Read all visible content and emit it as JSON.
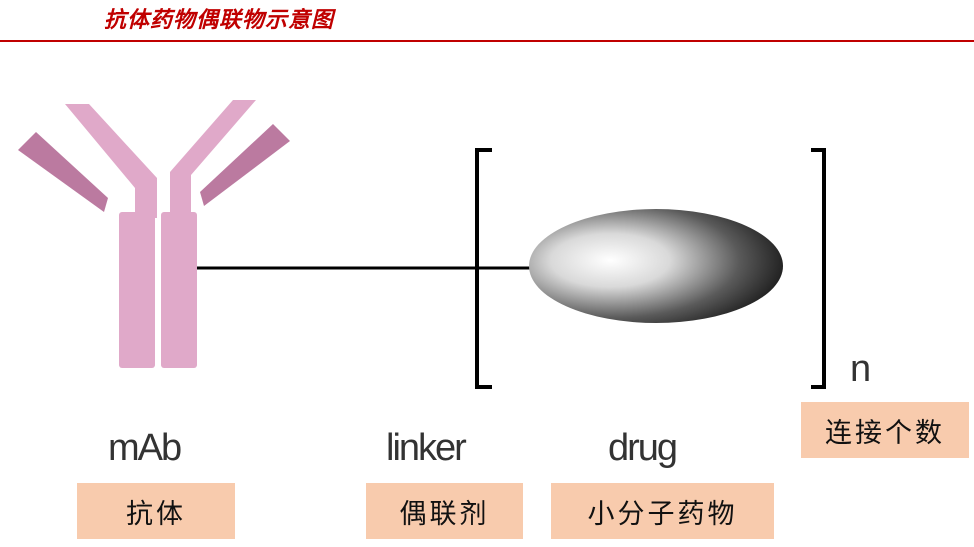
{
  "header": {
    "title": "抗体药物偶联物示意图"
  },
  "components": {
    "antibody": {
      "label": "mAb",
      "caption": "抗体"
    },
    "linker": {
      "label": "linker",
      "caption": "偶联剂"
    },
    "drug": {
      "label": "drug",
      "caption": "小分子药物"
    },
    "count": {
      "label": "n",
      "caption": "连接个数"
    }
  },
  "colors": {
    "accent_red": "#c00000",
    "caption_bg": "#f8cbad",
    "antibody_light": "#e0a9c9",
    "antibody_dark": "#bb7aa0",
    "label_gray": "#333333"
  }
}
